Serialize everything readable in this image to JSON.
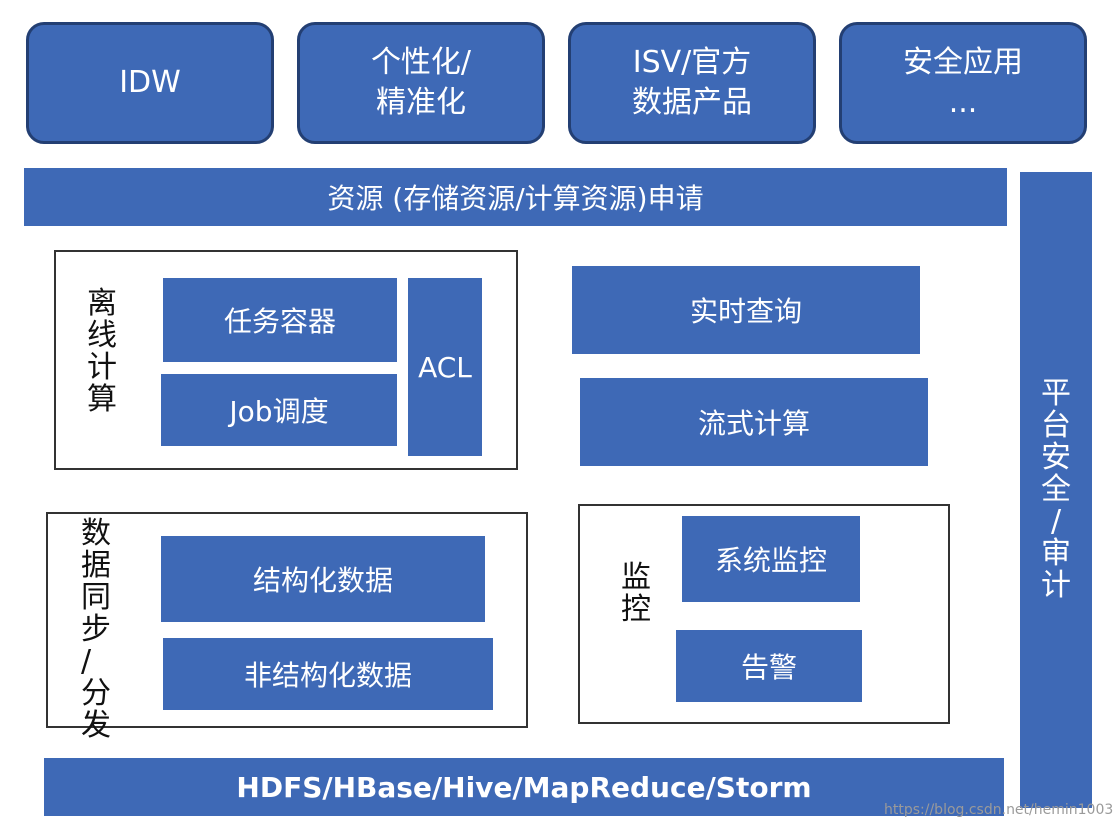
{
  "top_apps": [
    {
      "lines": [
        "IDW"
      ]
    },
    {
      "lines": [
        "个性化/",
        "精准化"
      ]
    },
    {
      "lines": [
        "ISV/官方",
        "数据产品"
      ]
    },
    {
      "lines": [
        "安全应用",
        "..."
      ]
    }
  ],
  "resource_bar": "资源 (存储资源/计算资源)申请",
  "offline_compute": {
    "label": "离线计算",
    "items": [
      "任务容器",
      "Job调度"
    ],
    "acl": "ACL"
  },
  "realtime": {
    "query": "实时查询",
    "stream": "流式计算"
  },
  "data_sync": {
    "label": "数据同步/分发",
    "items": [
      "结构化数据",
      "非结构化数据"
    ]
  },
  "monitoring": {
    "label": "监控",
    "items": [
      "系统监控",
      "告警"
    ]
  },
  "storage_bar": "HDFS/HBase/Hive/MapReduce/Storm",
  "security_bar": "平台安全/审计",
  "watermark": "https://blog.csdn.net/hemin1003",
  "colors": {
    "primary_blue": "#3e69b6",
    "border_dark": "#233f73"
  }
}
